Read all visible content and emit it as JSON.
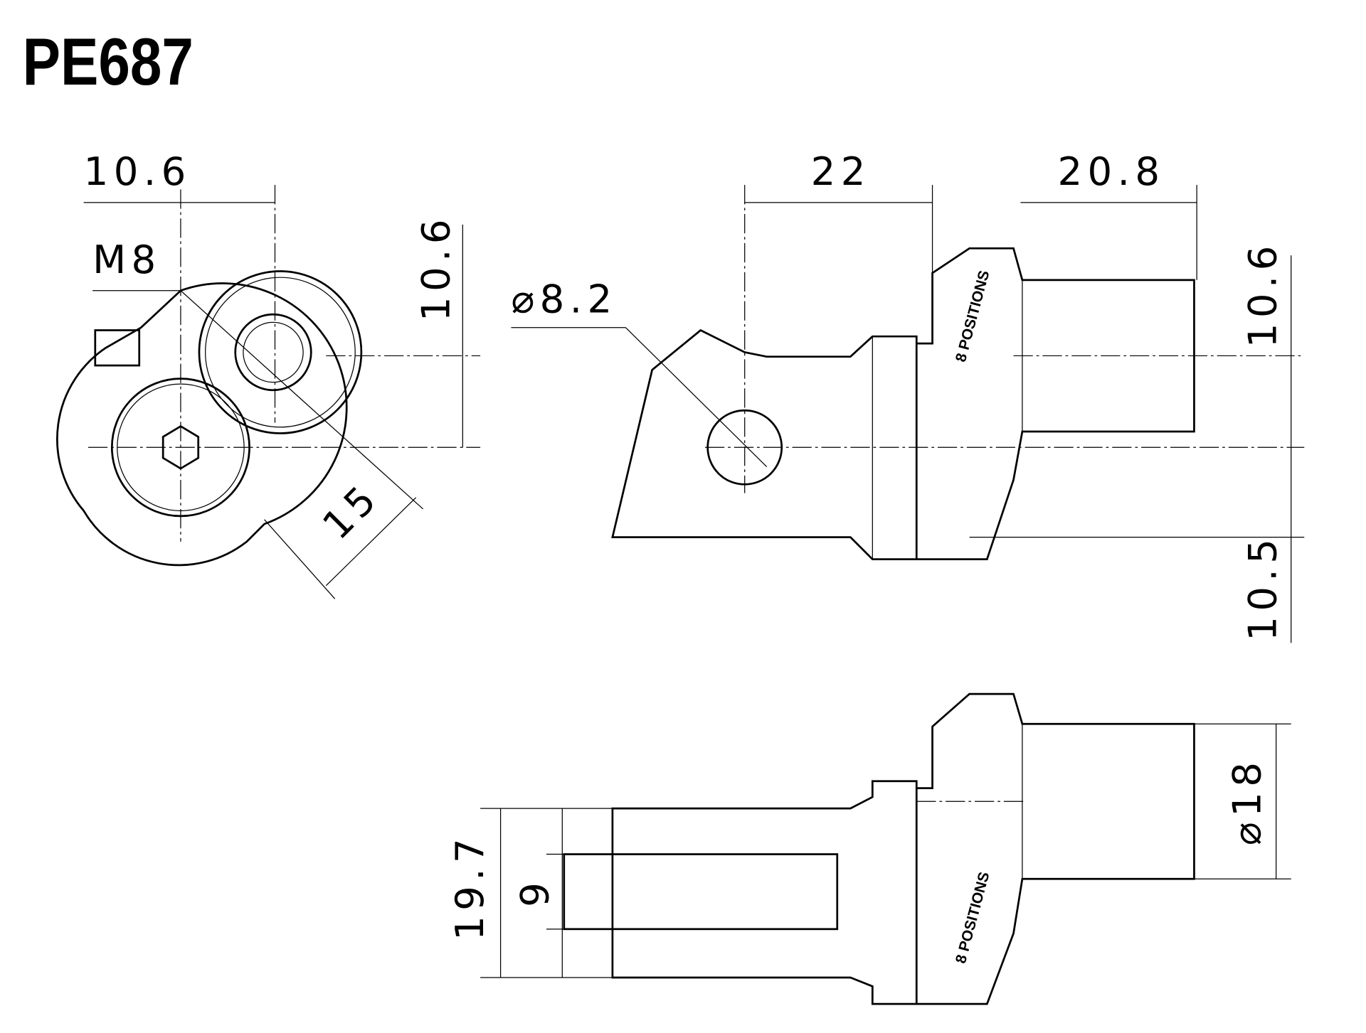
{
  "title": "PE687",
  "dimensions": {
    "front_width": "10.6",
    "thread": "M8",
    "front_height": "10.6",
    "front_diagonal": "15",
    "side_length_a": "22",
    "side_length_b": "20.8",
    "hole_diameter": "⌀8.2",
    "side_offset_upper": "10.6",
    "side_offset_lower": "10.5",
    "shaft_diameter": "⌀18",
    "fork_width": "19.7",
    "fork_gap": "9"
  },
  "engraving": "8 POSITIONS"
}
